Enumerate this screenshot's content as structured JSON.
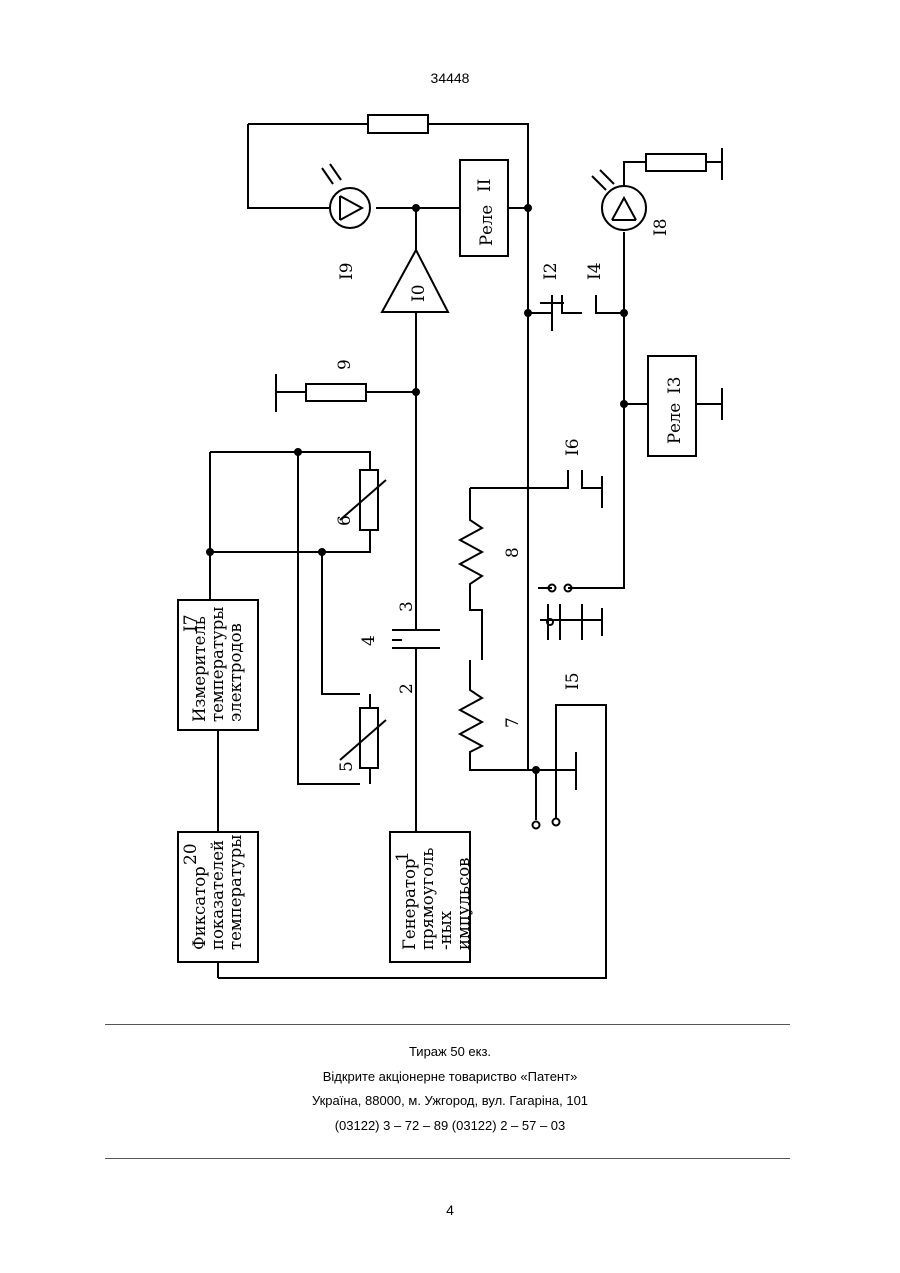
{
  "header": {
    "patent_number": "34448"
  },
  "schematic": {
    "blocks": {
      "generator": [
        "Генератор",
        "прямоуголь",
        "-ных",
        "импульсов"
      ],
      "generator_num": "1",
      "fixator": [
        "Фиксатор",
        "показателей",
        "температуры"
      ],
      "fixator_num": "20",
      "meter": [
        "Измеритель",
        "температуры",
        "электродов"
      ],
      "meter_num": "I7",
      "relay_11": "Реле",
      "relay_11_num": "II",
      "relay_13": "Реле",
      "relay_13_num": "I3"
    },
    "labels": {
      "cap_left": "2",
      "cap_right": "3",
      "cap_mid": "4",
      "thermistor_5": "5",
      "thermistor_6": "6",
      "heater_7": "7",
      "heater_8": "8",
      "resistor_9": "9",
      "amplifier_10": "I0",
      "contact_12": "I2",
      "contact_14": "I4",
      "switch_15": "I5",
      "contact_16": "I6",
      "led_18": "I8",
      "led_19": "I9"
    }
  },
  "footer": {
    "circulation": "Тираж 50 екз.",
    "publisher": "Відкрите акціонерне товариство «Патент»",
    "address": "Україна, 88000, м. Ужгород, вул. Гагаріна, 101",
    "phones": "(03122) 3 – 72 – 89   (03122) 2 – 57 – 03"
  },
  "page_number": "4"
}
